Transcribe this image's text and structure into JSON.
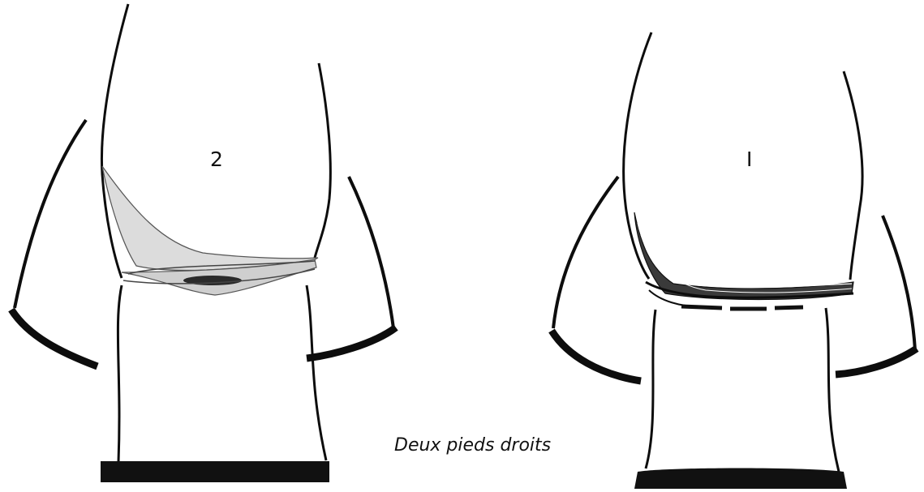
{
  "figures": [
    {
      "label": "2",
      "shading": "light"
    },
    {
      "label": "I",
      "shading": "dark"
    }
  ],
  "caption": "Deux pieds droits",
  "colors": {
    "outline": "#0d0d0d",
    "light_fill": "#d9d9d9",
    "dark_fill": "#3a3a3a",
    "background": "#ffffff"
  }
}
